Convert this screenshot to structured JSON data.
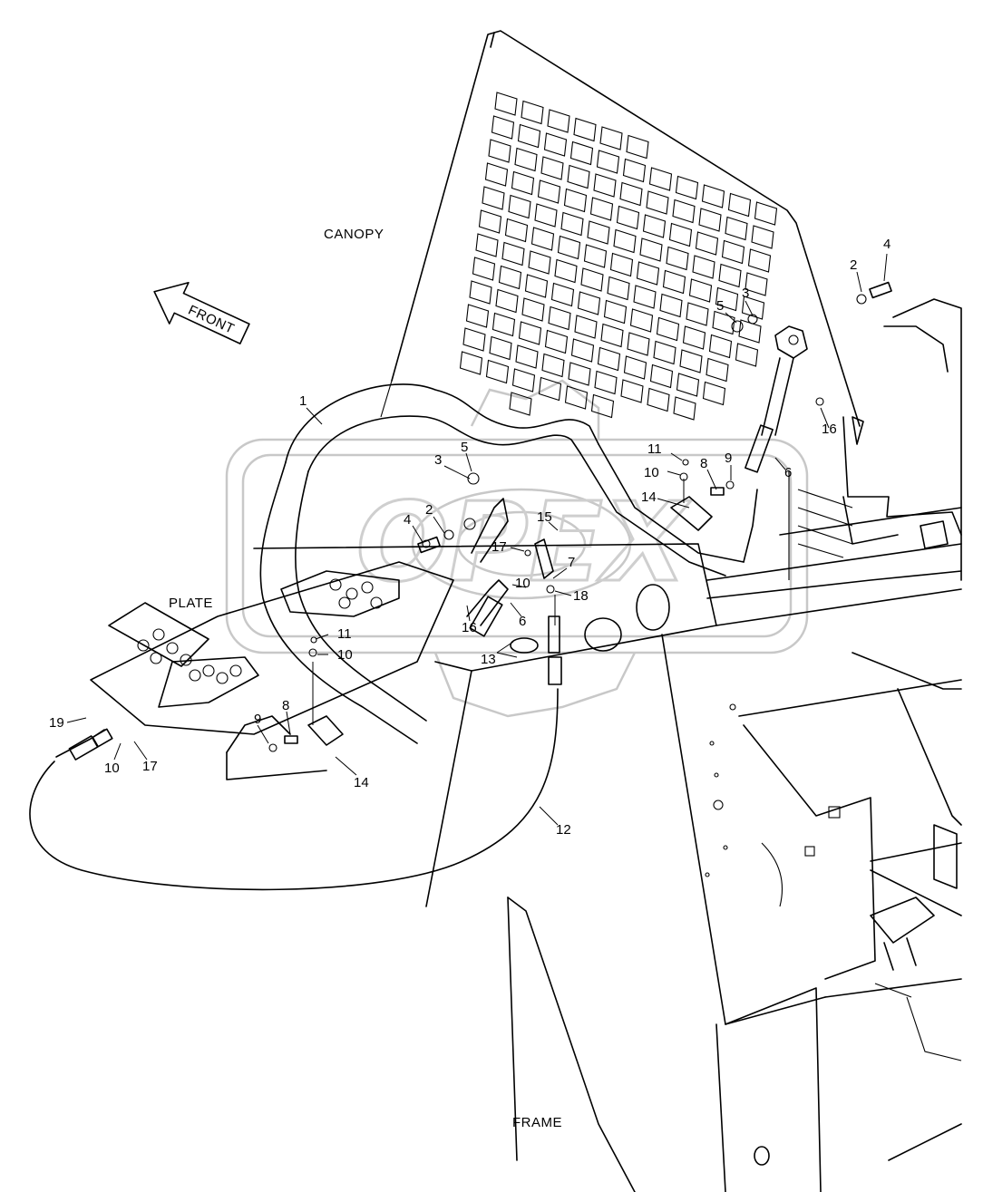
{
  "labels": {
    "canopy": "CANOPY",
    "plate": "PLATE",
    "frame": "FRAME",
    "front": "FRONT"
  },
  "watermark": "OPEX",
  "callouts": [
    {
      "id": "c1",
      "text": "1"
    },
    {
      "id": "c2a",
      "text": "2"
    },
    {
      "id": "c3a",
      "text": "3"
    },
    {
      "id": "c4a",
      "text": "4"
    },
    {
      "id": "c5a",
      "text": "5"
    },
    {
      "id": "c6a",
      "text": "6"
    },
    {
      "id": "c9a",
      "text": "9"
    },
    {
      "id": "c8a",
      "text": "8"
    },
    {
      "id": "c10a",
      "text": "10"
    },
    {
      "id": "c11a",
      "text": "11"
    },
    {
      "id": "c14a",
      "text": "14"
    },
    {
      "id": "c16a",
      "text": "16"
    },
    {
      "id": "c3b",
      "text": "3"
    },
    {
      "id": "c5b",
      "text": "5"
    },
    {
      "id": "c2b",
      "text": "2"
    },
    {
      "id": "c4b",
      "text": "4"
    },
    {
      "id": "c15",
      "text": "15"
    },
    {
      "id": "c17a",
      "text": "17"
    },
    {
      "id": "c7",
      "text": "7"
    },
    {
      "id": "c10b",
      "text": "10"
    },
    {
      "id": "c18",
      "text": "18"
    },
    {
      "id": "c16b",
      "text": "16"
    },
    {
      "id": "c6b",
      "text": "6"
    },
    {
      "id": "c13",
      "text": "13"
    },
    {
      "id": "c11b",
      "text": "11"
    },
    {
      "id": "c10c",
      "text": "10"
    },
    {
      "id": "c19",
      "text": "19"
    },
    {
      "id": "c9b",
      "text": "9"
    },
    {
      "id": "c8b",
      "text": "8"
    },
    {
      "id": "c10d",
      "text": "10"
    },
    {
      "id": "c17b",
      "text": "17"
    },
    {
      "id": "c14b",
      "text": "14"
    },
    {
      "id": "c12",
      "text": "12"
    }
  ]
}
